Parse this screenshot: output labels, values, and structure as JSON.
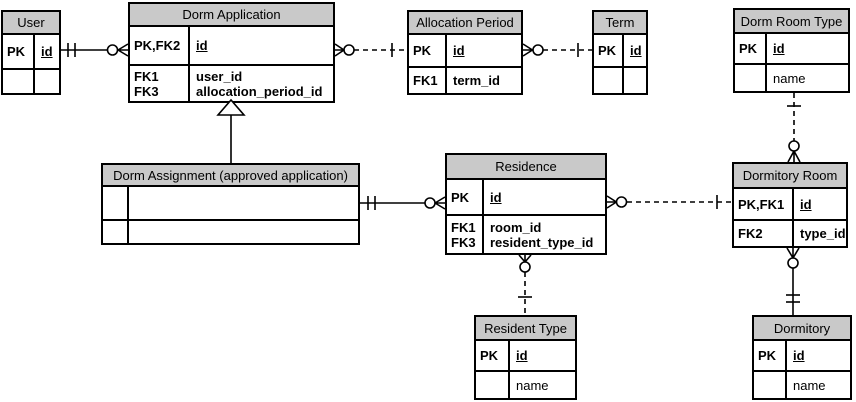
{
  "colors": {
    "entity_header_fill": "#c9c9c9",
    "line": "#000000",
    "background": "#ffffff"
  },
  "entities": {
    "user": {
      "title": "User",
      "rows": [
        {
          "k": "PK",
          "v": "id"
        },
        {
          "k": "",
          "v": ""
        }
      ]
    },
    "dorm_application": {
      "title": "Dorm Application",
      "rows": [
        {
          "k": "PK,FK2",
          "v": "id"
        },
        {
          "k": "FK1",
          "v": "user_id"
        },
        {
          "k": "FK3",
          "v": "allocation_period_id"
        }
      ]
    },
    "allocation_period": {
      "title": "Allocation Period",
      "rows": [
        {
          "k": "PK",
          "v": "id"
        },
        {
          "k": "FK1",
          "v": "term_id"
        }
      ]
    },
    "term": {
      "title": "Term",
      "rows": [
        {
          "k": "PK",
          "v": "id"
        },
        {
          "k": "",
          "v": ""
        }
      ]
    },
    "dorm_room_type": {
      "title": "Dorm Room Type",
      "rows": [
        {
          "k": "PK",
          "v": "id"
        },
        {
          "k": "",
          "v": "name"
        }
      ]
    },
    "dorm_assignment": {
      "title": "Dorm Assignment (approved application)",
      "rows": [
        {
          "k": "",
          "v": ""
        },
        {
          "k": "",
          "v": ""
        }
      ]
    },
    "residence": {
      "title": "Residence",
      "rows": [
        {
          "k": "PK",
          "v": "id"
        },
        {
          "k": "FK1",
          "v": "room_id"
        },
        {
          "k": "FK3",
          "v": "resident_type_id"
        }
      ]
    },
    "dormitory_room": {
      "title": "Dormitory Room",
      "rows": [
        {
          "k": "PK,FK1",
          "v": "id"
        },
        {
          "k": "FK2",
          "v": "type_id"
        }
      ]
    },
    "resident_type": {
      "title": "Resident Type",
      "rows": [
        {
          "k": "PK",
          "v": "id"
        },
        {
          "k": "",
          "v": "name"
        }
      ]
    },
    "dormitory": {
      "title": "Dormitory",
      "rows": [
        {
          "k": "PK",
          "v": "id"
        },
        {
          "k": "",
          "v": "name"
        }
      ]
    }
  },
  "relationships": [
    {
      "from": "User",
      "to": "Dorm Application",
      "from_end": "one-and-only-one",
      "to_end": "zero-or-many",
      "line": "solid"
    },
    {
      "from": "Dorm Application",
      "to": "Allocation Period",
      "from_end": "zero-or-many",
      "to_end": "exactly-one",
      "line": "dashed"
    },
    {
      "from": "Allocation Period",
      "to": "Term",
      "from_end": "zero-or-many",
      "to_end": "exactly-one",
      "line": "dashed"
    },
    {
      "from": "Dorm Room Type",
      "to": "Dormitory Room",
      "from_end": "exactly-one",
      "to_end": "zero-or-many",
      "line": "dashed"
    },
    {
      "from": "Dorm Assignment (approved application)",
      "to": "Residence",
      "from_end": "one-and-only-one",
      "to_end": "zero-or-many",
      "line": "solid"
    },
    {
      "from": "Residence",
      "to": "Dormitory Room",
      "from_end": "zero-or-many",
      "to_end": "exactly-one",
      "line": "dashed"
    },
    {
      "from": "Residence",
      "to": "Resident Type",
      "from_end": "zero-or-many",
      "to_end": "exactly-one",
      "line": "dashed"
    },
    {
      "from": "Dormitory Room",
      "to": "Dormitory",
      "from_end": "zero-or-many",
      "to_end": "one-and-only-one",
      "line": "solid"
    },
    {
      "from": "Dorm Assignment (approved application)",
      "to": "Dorm Application",
      "type": "subtype-of",
      "line": "solid"
    }
  ],
  "notation": "crow's foot"
}
